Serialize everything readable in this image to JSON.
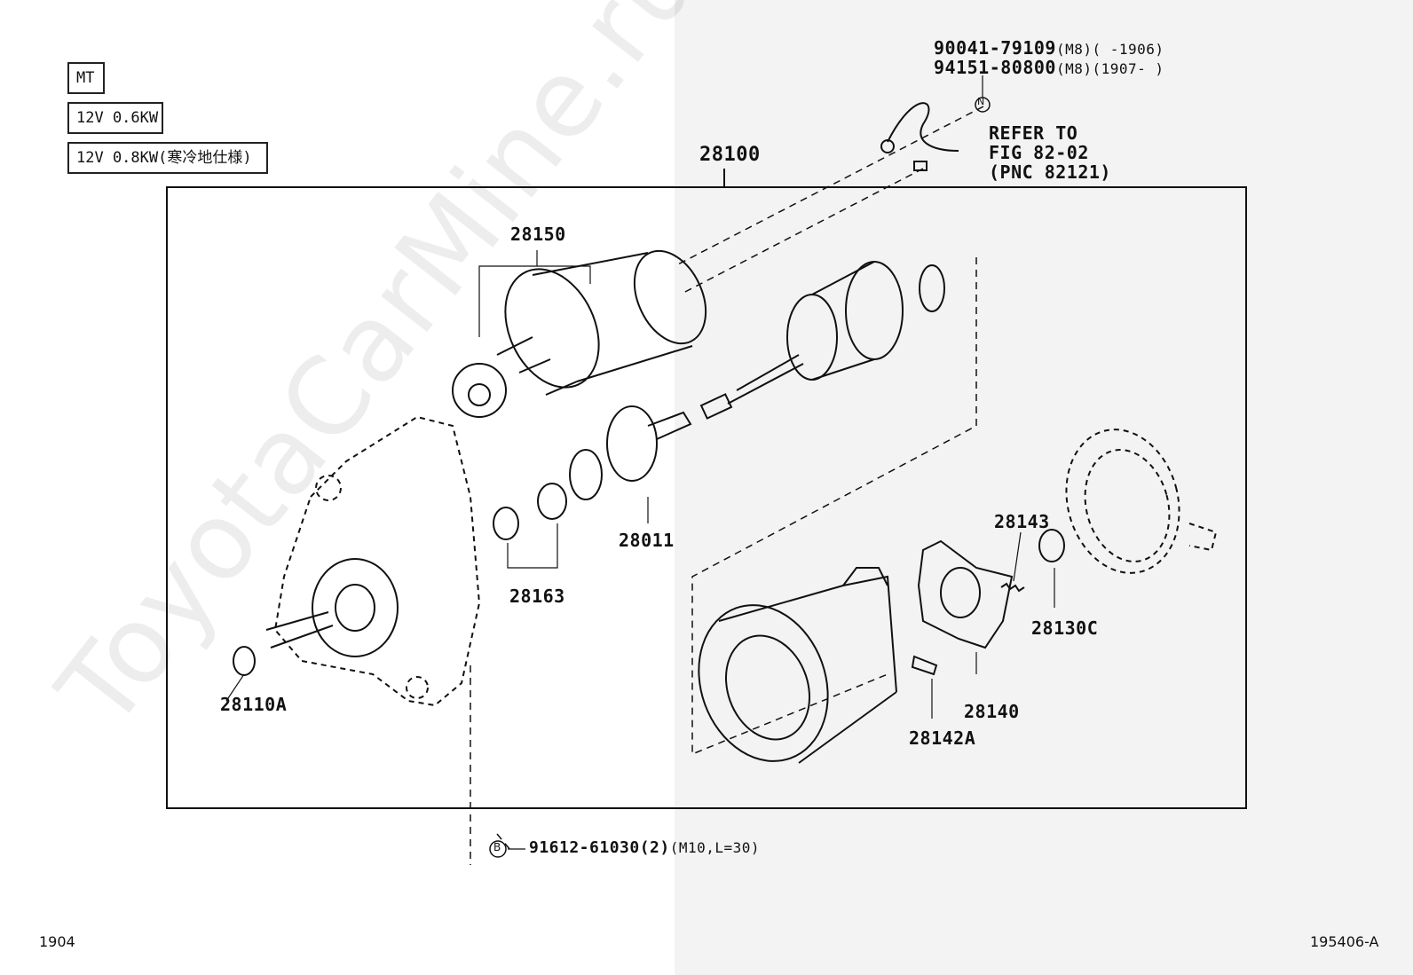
{
  "watermark": "ToyotaCarMine.ru",
  "variant_boxes": [
    "MT",
    "12V 0.6KW",
    "12V 0.8KW(寒冷地仕様)"
  ],
  "top_bolts": {
    "line1_pn": "90041-79109",
    "line1_spec": "(M8)(     -1906)",
    "line2_pn": "94151-80800",
    "line2_spec": "(M8)(1907-     )",
    "marker": "N"
  },
  "refer": [
    "REFER TO",
    "FIG 82-02",
    "(PNC 82121)"
  ],
  "assembly_pn": "28100",
  "parts": {
    "solenoid": "28150",
    "drive_gear": "28011",
    "retainer_spring": "28163",
    "bushing": "28110A",
    "brush_spring": "28143",
    "end_bushing": "28130C",
    "brush_holder": "28140",
    "brush": "28142A"
  },
  "bottom_bolt": {
    "marker": "B",
    "pn": "91612-61030",
    "qty": "(2)",
    "spec": "(M10,L=30)"
  },
  "footer": {
    "left": "1904",
    "right": "195406-A"
  }
}
